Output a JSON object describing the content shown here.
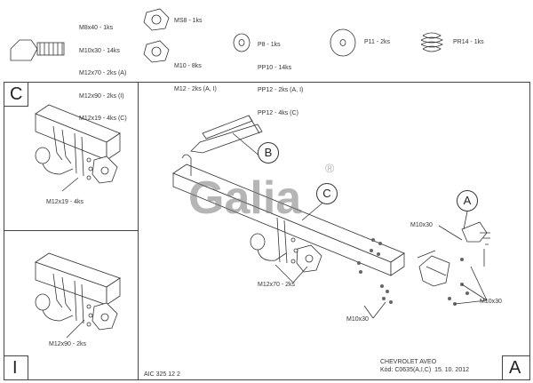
{
  "hardware": {
    "bolts": [
      "M8x40 - 1ks",
      "M10x30 - 14ks",
      "M12x70 - 2ks (A)",
      "M12x90 - 2ks (I)",
      "M12x19 - 4ks (C)"
    ],
    "ms8": "MS8 - 1ks",
    "nuts": [
      "M10 - 8ks",
      "M12 - 2ks (A, I)"
    ],
    "washers": [
      "P8 - 1ks",
      "PP10 - 14ks",
      "PP12 - 2ks (A, I)",
      "PP12 - 4ks (C)"
    ],
    "p11": "P11 - 2ks",
    "pr14": "PR14 - 1ks"
  },
  "panels": {
    "top_left_letter": "C",
    "bottom_left_letter": "I",
    "bottom_right_letter": "A"
  },
  "callouts": {
    "c_panel": "M12x19 - 4ks",
    "i_panel": "M12x90 - 2ks",
    "main_m12x70": "M12x70 - 2ks",
    "m10x30_top": "M10x30",
    "m10x30_right": "M10x30",
    "m10x30_bottom": "M10x30"
  },
  "circle_labels": {
    "b": "B",
    "c": "C",
    "a": "A"
  },
  "logo": {
    "text": "Galia",
    "registered": "®"
  },
  "footer": {
    "code": "AIC 325 12 2",
    "model": "CHEVROLET AVEO",
    "kod": "Kód: C0635(A,I,C)  15. 10. 2012"
  }
}
